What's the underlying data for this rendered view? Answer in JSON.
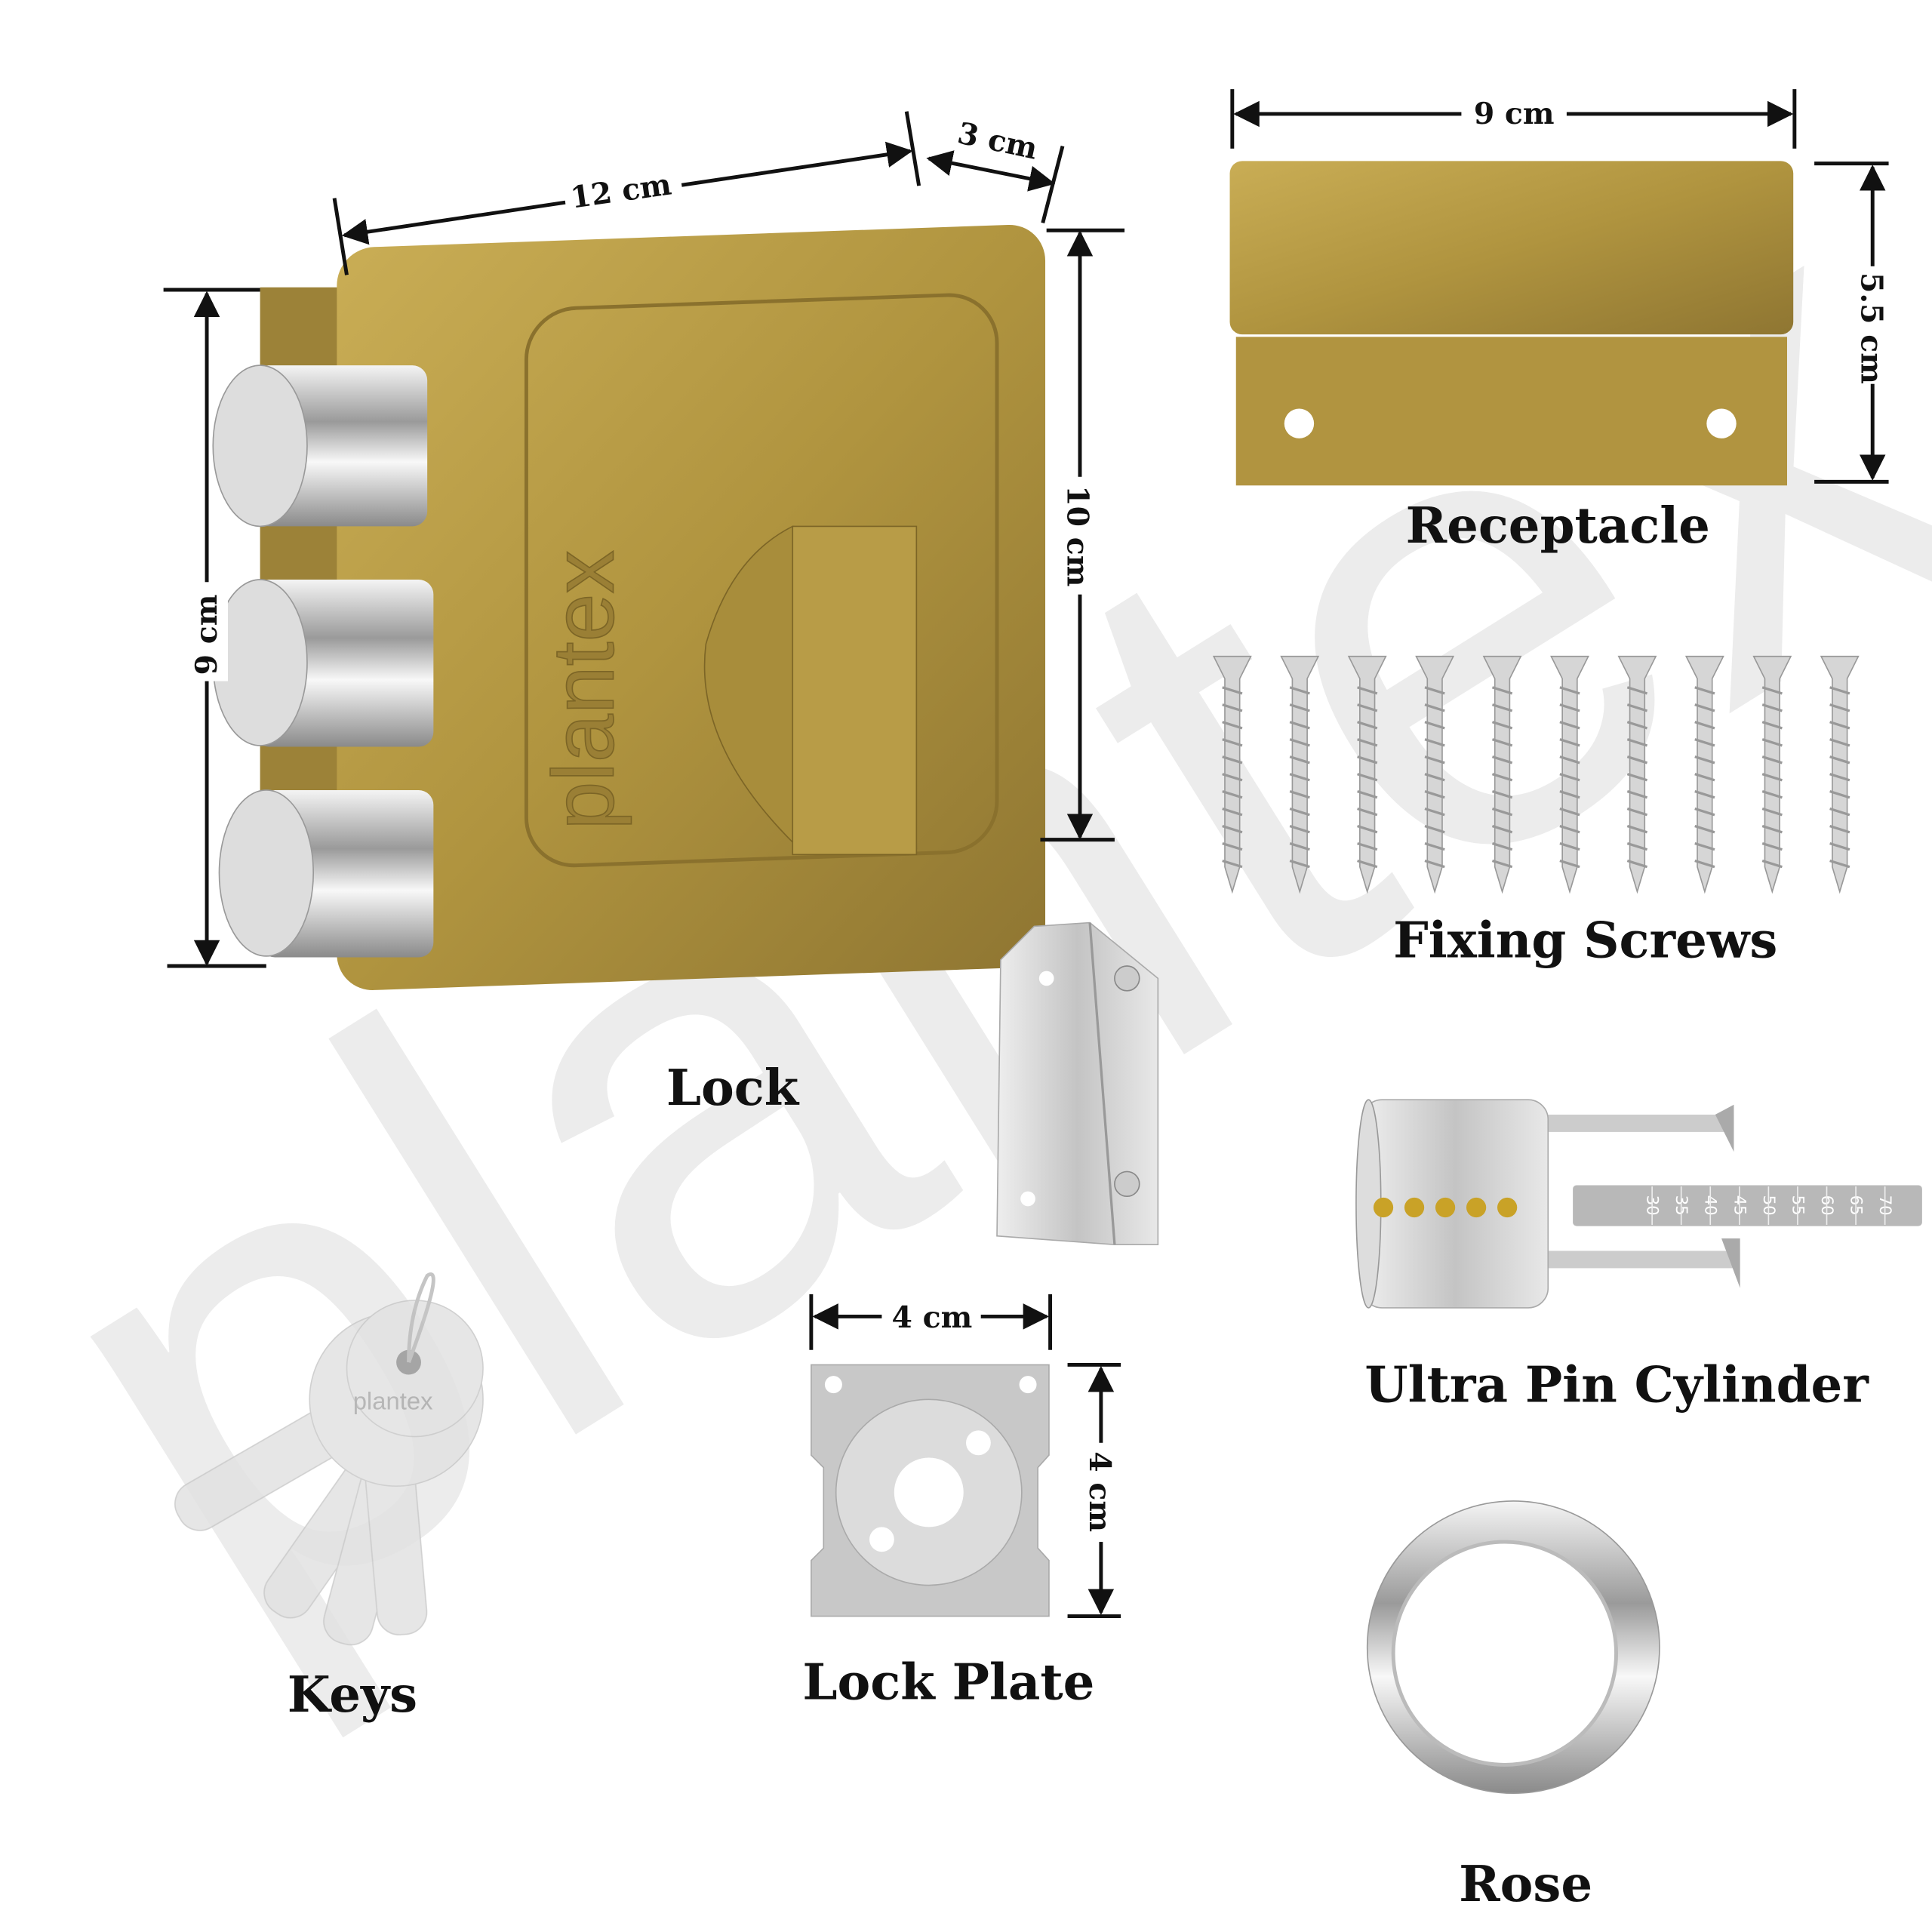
{
  "brand": {
    "watermark": "plantex",
    "lock_logo": "plantex",
    "key_logo": "plantex"
  },
  "colors": {
    "brass": "#b69a44",
    "brass_dark": "#8c7330",
    "chrome": "#d8d8d8",
    "text": "#111111"
  },
  "components": {
    "lock": {
      "label": "Lock",
      "dims": {
        "width": "12 cm",
        "depth": "3 cm",
        "height_left": "9 cm",
        "height_right": "10 cm"
      }
    },
    "receptacle": {
      "label": "Receptacle",
      "dims": {
        "width": "9 cm",
        "height": "5.5 cm"
      }
    },
    "screws": {
      "label": "Fixing Screws",
      "count": 10
    },
    "cylinder": {
      "label": "Ultra Pin Cylinder",
      "pins": 5,
      "scale_marks": [
        "30",
        "35",
        "40",
        "45",
        "50",
        "55",
        "60",
        "65",
        "70"
      ]
    },
    "keys": {
      "label": "Keys"
    },
    "lock_plate": {
      "label": "Lock Plate",
      "dims": {
        "width": "4 cm",
        "height": "4 cm"
      }
    },
    "rose": {
      "label": "Rose"
    }
  }
}
